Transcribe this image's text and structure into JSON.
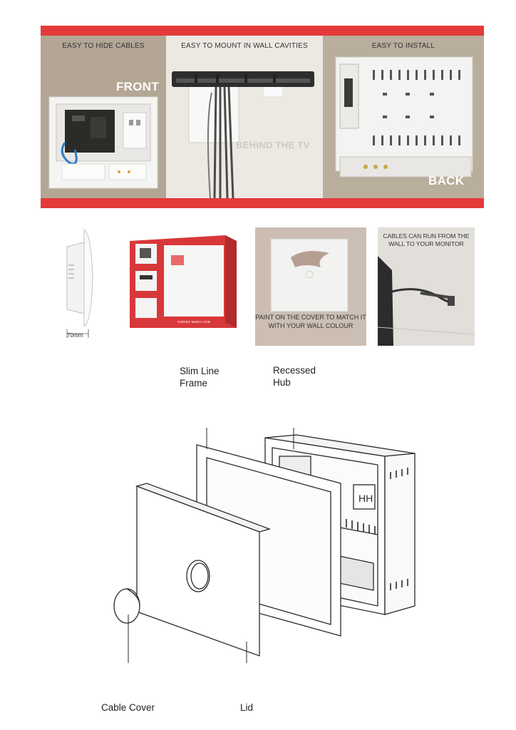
{
  "banner": {
    "captions": [
      "EASY TO HIDE CABLES",
      "EASY TO MOUNT IN WALL CAVITIES",
      "EASY TO INSTALL"
    ],
    "front_label": "FRONT",
    "behind_label": "BEHIND THE TV",
    "back_label": "BACK"
  },
  "middle": {
    "dimension_label": "70mm",
    "box_brand": "HIDDEN MEDIA HUB",
    "paint_note": "PAINT ON THE COVER TO MATCH IT WITH YOUR WALL COLOUR",
    "cables_note": "CABLES CAN RUN FROM THE WALL TO YOUR MONITOR"
  },
  "diagram": {
    "slim_line_frame": "Slim Line Frame",
    "recessed_hub": "Recessed Hub",
    "cable_cover": "Cable Cover",
    "lid": "Lid"
  },
  "colors": {
    "accent_red": "#e33a3a",
    "wall_beige": "#b7aa9a",
    "line_art": "#333333"
  }
}
